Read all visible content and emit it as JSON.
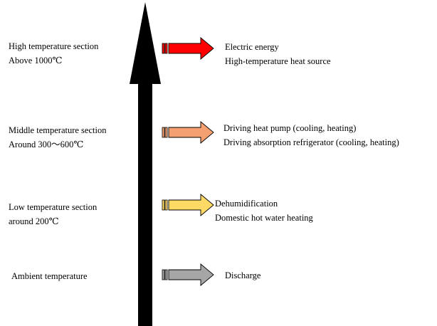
{
  "axis": {
    "color": "#000000"
  },
  "levels": [
    {
      "section": [
        "High temperature section",
        "Above 1000℃"
      ],
      "uses": [
        "Electric energy",
        "High-temperature heat source"
      ],
      "arrow_color": "#ff0000",
      "arrow_icon": "red-arrow-icon"
    },
    {
      "section": [
        "Middle temperature section",
        "Around 300～600℃"
      ],
      "uses": [
        "Driving heat pump (cooling, heating)",
        "Driving absorption refrigerator (cooling, heating)"
      ],
      "arrow_color": "#f4a070",
      "arrow_icon": "orange-arrow-icon"
    },
    {
      "section": [
        "Low temperature section",
        "around 200℃"
      ],
      "uses": [
        "Dehumidification",
        "Domestic hot water heating"
      ],
      "arrow_color": "#ffd966",
      "arrow_icon": "yellow-arrow-icon"
    },
    {
      "section": [
        "Ambient temperature"
      ],
      "uses": [
        "Discharge"
      ],
      "arrow_color": "#a6a6a6",
      "arrow_icon": "gray-arrow-icon"
    }
  ]
}
